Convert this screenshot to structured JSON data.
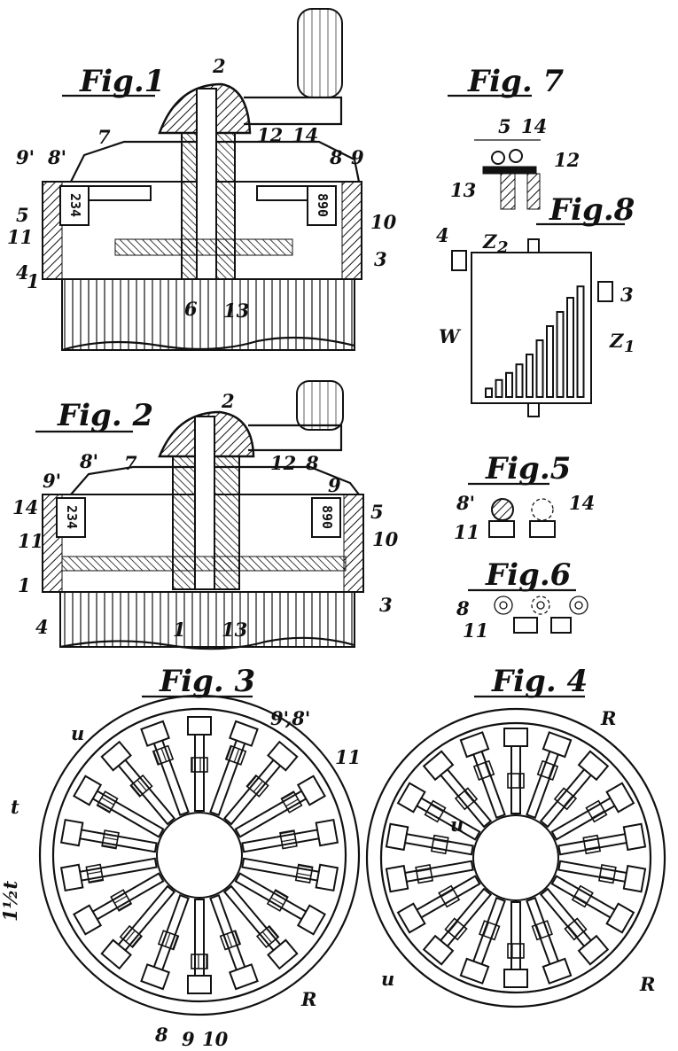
{
  "figures": {
    "fig1": {
      "title": "Fig.1",
      "labels": [
        "2",
        "7",
        "12",
        "14",
        "9'",
        "8'",
        "8",
        "9",
        "5",
        "11",
        "10",
        "4",
        "3",
        "1",
        "6",
        "13"
      ],
      "counter_left": "234",
      "counter_right": "890"
    },
    "fig2": {
      "title": "Fig. 2",
      "labels": [
        "2",
        "8'",
        "7",
        "12",
        "8",
        "9",
        "9'",
        "14",
        "5",
        "11",
        "10",
        "1",
        "4",
        "1",
        "13",
        "3"
      ],
      "counter_left": "234",
      "counter_right": "890"
    },
    "fig3": {
      "title": "Fig. 3",
      "labels": [
        "9'",
        "8'",
        "11",
        "u",
        "t",
        "1½t",
        "R",
        "8",
        "9",
        "10"
      ]
    },
    "fig4": {
      "title": "Fig. 4",
      "labels": [
        "R",
        "u",
        "u",
        "R"
      ]
    },
    "fig5": {
      "title": "Fig.5",
      "labels": [
        "8'",
        "14",
        "11"
      ]
    },
    "fig6": {
      "title": "Fig.6",
      "labels": [
        "8",
        "11"
      ]
    },
    "fig7": {
      "title": "Fig. 7",
      "labels": [
        "5",
        "14",
        "12",
        "13"
      ]
    },
    "fig8": {
      "title": "Fig.8",
      "labels": [
        "4",
        "Z2",
        "3",
        "W",
        "Z1"
      ]
    }
  },
  "fig8_bars": [
    0.06,
    0.12,
    0.17,
    0.23,
    0.3,
    0.4,
    0.5,
    0.6,
    0.7,
    0.78
  ]
}
